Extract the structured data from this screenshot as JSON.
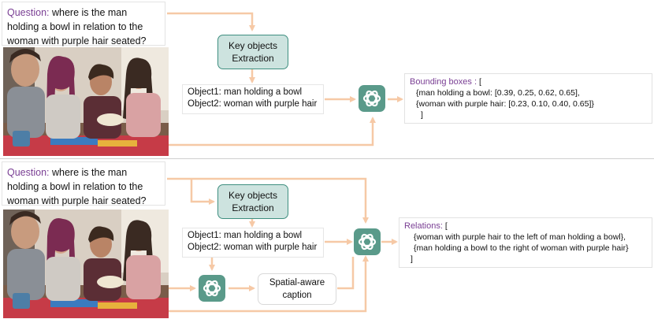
{
  "top": {
    "question_label": "Question:",
    "question_text": "where is the man holding a bowl in relation to the woman with purple hair seated?",
    "key_objects": "Key objects Extraction",
    "object1": "Object1: man holding a bowl",
    "object2": "Object2: woman with purple hair",
    "output_label": "Bounding boxes :",
    "output_open": "[",
    "output_line1": "{man holding a bowl: [0.39, 0.25, 0.62, 0.65],",
    "output_line2": "{woman with purple hair: [0.23, 0.10, 0.40, 0.65]}",
    "output_close": "]"
  },
  "bottom": {
    "question_label": "Question:",
    "question_text": "where is the man holding a bowl in relation to the woman with purple hair seated?",
    "key_objects": "Key objects Extraction",
    "object1": "Object1: man holding a bowl",
    "object2": "Object2: woman with purple hair",
    "caption": "Spatial-aware caption",
    "output_label": "Relations:",
    "output_open": "[",
    "output_line1": "{woman with purple hair to the left of man holding a bowl},",
    "output_line2": "{man holding a bowl to the right of woman with purple hair}",
    "output_close": "]"
  },
  "colors": {
    "arrow": "#f6c9a6",
    "key_box_fill": "#cde3df",
    "key_box_border": "#3f8f80",
    "gpt_icon": "#5a9a8a",
    "label_purple": "#7a3f94"
  },
  "icons": [
    "chatgpt-logo-icon"
  ]
}
